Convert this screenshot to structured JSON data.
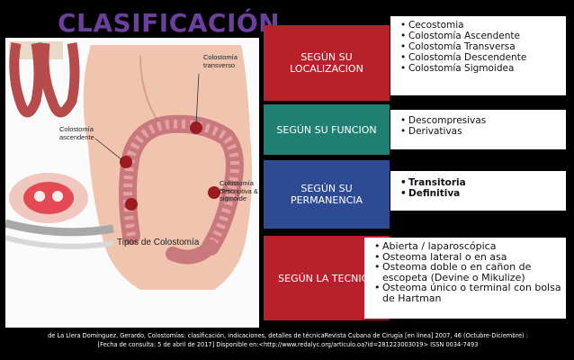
{
  "title": "CLASIFICACIÓN",
  "illustration": {
    "labels": {
      "transverso": "Colostomía transverso",
      "ascendente": "Colostomía ascendente",
      "descriptiva": "Colostomía descriptiva & sigmoide",
      "tipos": "Tipos de Colostomía"
    }
  },
  "classification": [
    {
      "category": "SEGÚN SU LOCALIZACION",
      "color": "#b8202b",
      "items": [
        "Cecostomia",
        "Colostomía Ascendente",
        "Colostomía Transversa",
        "Colostomía Descendente",
        "Colostomía Sigmoidea"
      ]
    },
    {
      "category": "SEGÚN SU FUNCION",
      "color": "#1f7f73",
      "items": [
        "Descompresivas",
        "Derivativas"
      ]
    },
    {
      "category": "SEGÚN SU PERMANENCIA",
      "color": "#2e4a93",
      "items": [
        "Transitoria",
        "Definitiva"
      ]
    },
    {
      "category": "SEGÚN LA TECNICA",
      "color": "#b8202b",
      "items": [
        "Abierta / laparoscópica",
        "Osteoma lateral o en asa",
        "Osteoma doble o en cañon de escopeta (Devine o Mikulize)",
        "Osteoma único o terminal con bolsa de Hartman"
      ]
    }
  ],
  "citation": {
    "line1": "de La Llera Domínguez, Gerardo, Colostomías: clasificación, indicaciones, detalles de técnicaRevista Cubana de Cirugía [en linea] 2007, 46 (Octubre-Diciembre) :",
    "line2": "[Fecha de consulta: 5 de abril de 2017] Disponible en:<http://www.redalyc.org/articulo.oa?id=281223003019> ISSN 0034-7493"
  }
}
